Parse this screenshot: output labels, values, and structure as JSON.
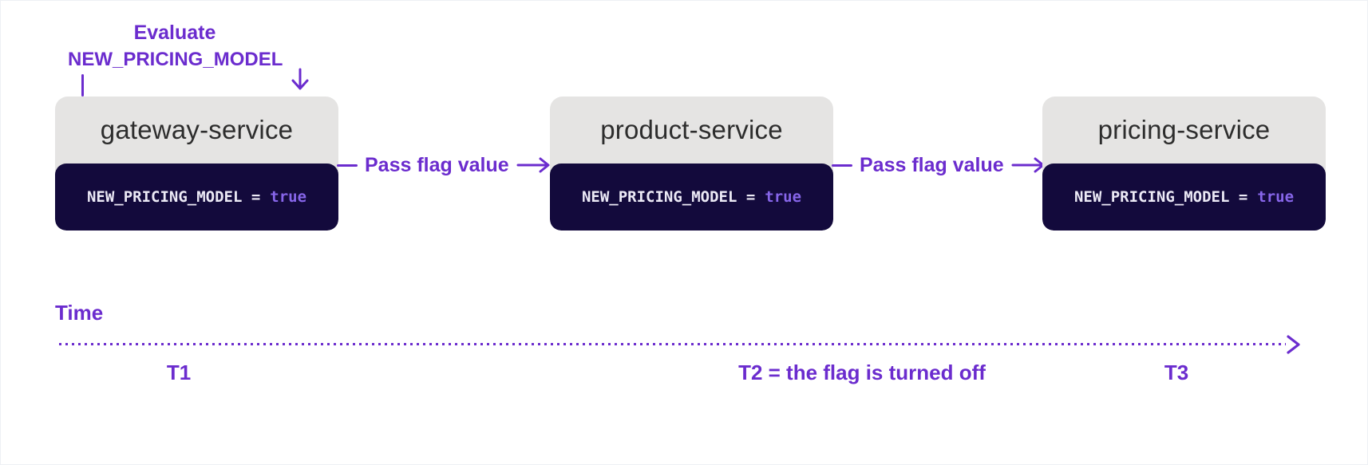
{
  "colors": {
    "purple": "#6b2cce",
    "value-purple": "#8766ea",
    "navy": "#130a3c",
    "gray": "#e5e4e3"
  },
  "annotation": {
    "line1": "Evaluate",
    "line2": "NEW_PRICING_MODEL"
  },
  "services": [
    {
      "name": "gateway-service",
      "flag_expr": "NEW_PRICING_MODEL =",
      "flag_value": "true"
    },
    {
      "name": "product-service",
      "flag_expr": "NEW_PRICING_MODEL =",
      "flag_value": "true"
    },
    {
      "name": "pricing-service",
      "flag_expr": "NEW_PRICING_MODEL =",
      "flag_value": "true"
    }
  ],
  "connectors": [
    {
      "label": "Pass flag value"
    },
    {
      "label": "Pass flag value"
    }
  ],
  "timeline": {
    "axis_label": "Time",
    "markers": [
      {
        "label": "T1"
      },
      {
        "label": "T2 = the flag is turned off"
      },
      {
        "label": "T3"
      }
    ]
  }
}
